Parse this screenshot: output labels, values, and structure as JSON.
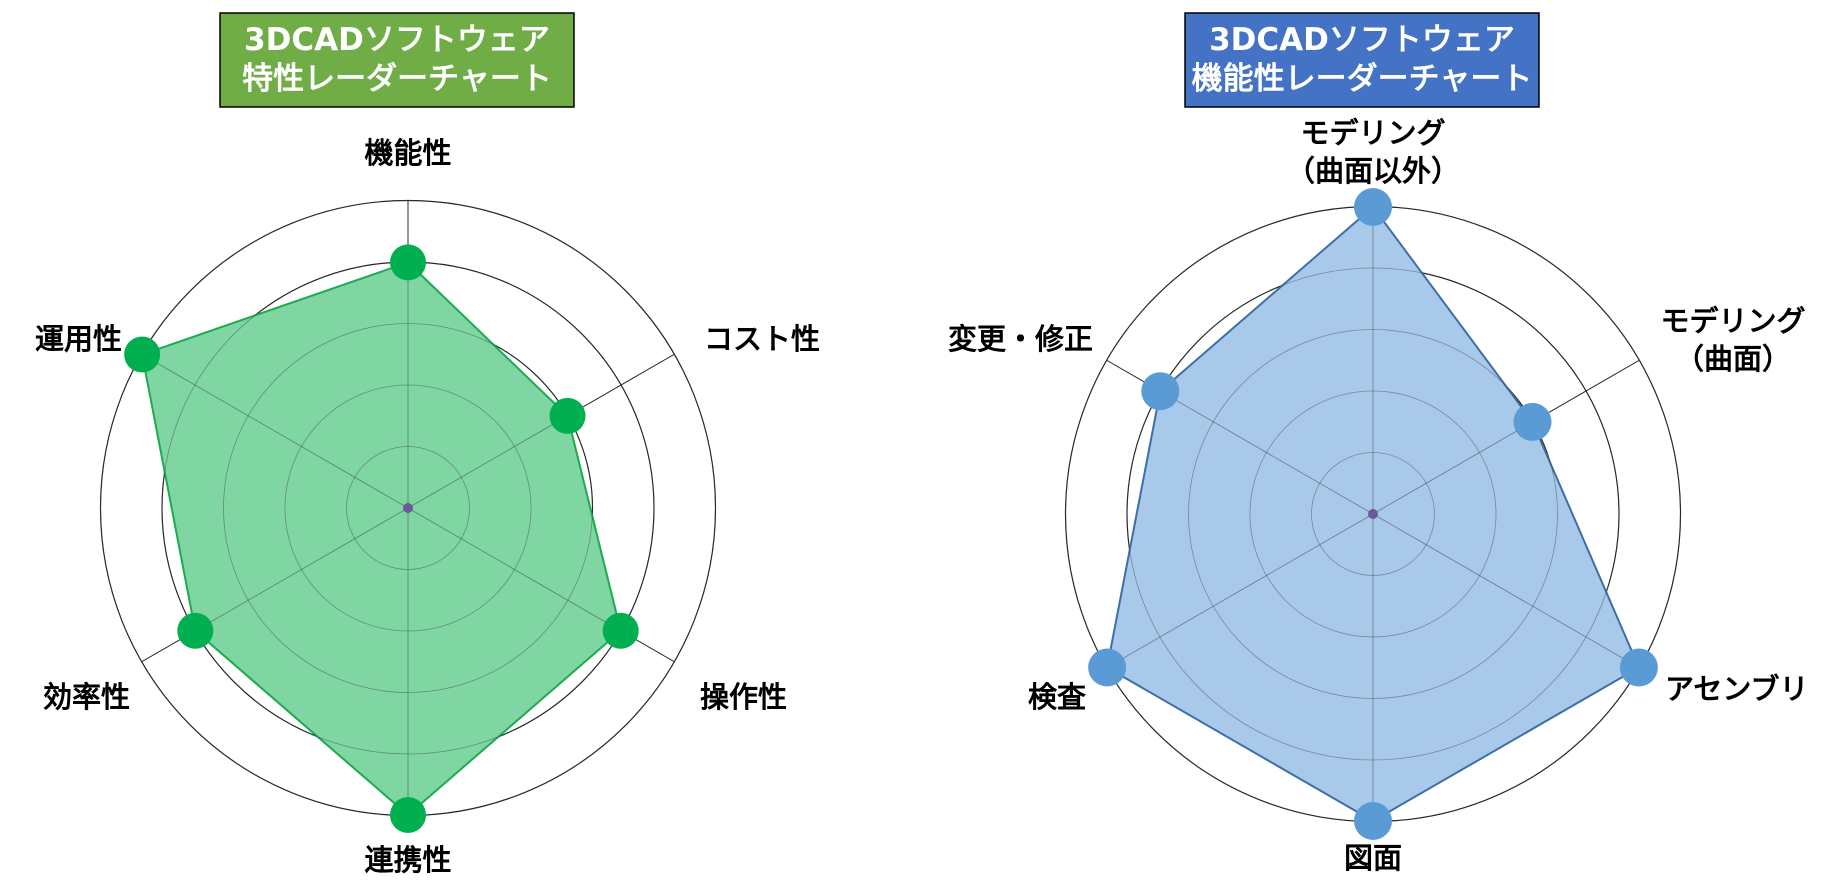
{
  "chart_data": [
    {
      "type": "radar",
      "title": [
        "3DCADソフトウェア",
        "特性レーダーチャート"
      ],
      "title_bg": "#70ad47",
      "axes": [
        "機能性",
        "コスト性",
        "操作性",
        "連携性",
        "効率性",
        "運用性"
      ],
      "values": [
        4,
        3,
        4,
        5,
        4,
        5
      ],
      "max": 5,
      "rings": 5,
      "fill_color": "#7fd6a2",
      "line_color": "#1aac4f",
      "marker_color": "#00b050",
      "grid": true
    },
    {
      "type": "radar",
      "title": [
        "3DCADソフトウェア",
        "機能性レーダーチャート"
      ],
      "title_bg": "#4472c4",
      "axes": [
        [
          "モデリング",
          "（曲面以外）"
        ],
        [
          "モデリング",
          "（曲面）"
        ],
        [
          "アセンブリ"
        ],
        [
          "図面"
        ],
        [
          "検査"
        ],
        [
          "変更・修正"
        ]
      ],
      "values": [
        5,
        3,
        5,
        5,
        5,
        4
      ],
      "max": 5,
      "rings": 5,
      "fill_color": "#a9c9ea",
      "line_color": "#3d6fa6",
      "marker_color": "#5b9bd5",
      "grid": true
    }
  ]
}
